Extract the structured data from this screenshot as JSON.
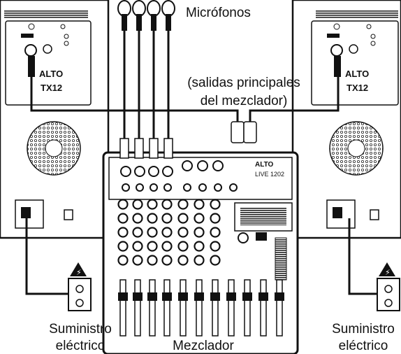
{
  "labels": {
    "microphones": "Micrófonos",
    "main_outputs_line1": "(salidas principales",
    "main_outputs_line2": "del mezclador)",
    "power_left_line1": "Suministro",
    "power_left_line2": "eléctrico",
    "power_right_line1": "Suministro",
    "power_right_line2": "eléctrico",
    "mixer": "Mezclador"
  },
  "speaker_left": {
    "brand": "ALTO",
    "model": "TX12"
  },
  "speaker_right": {
    "brand": "ALTO",
    "model": "TX12"
  },
  "mixer": {
    "brand": "ALTO",
    "model": "LIVE 1202"
  },
  "colors": {
    "ink": "#111111",
    "warning": "#f5a300"
  }
}
